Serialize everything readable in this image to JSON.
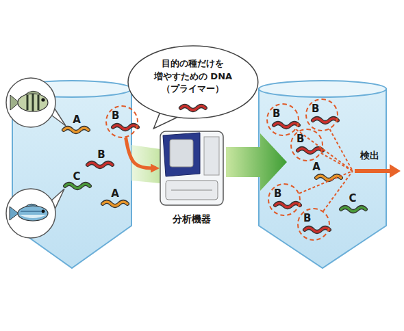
{
  "diagram": {
    "nodes": [
      {
        "text": [
          "B"
        ]
      },
      {
        "text": [
          "目的の種だけを 増やすための DNA （プライマー）"
        ]
      },
      {
        "text": [
          "分析機器"
        ]
      },
      {
        "text": [
          "B"
        ]
      },
      {
        "text": [
          "B"
        ]
      },
      {
        "text": [
          "B"
        ]
      },
      {
        "text": [
          "B"
        ]
      },
      {
        "text": [
          "B"
        ]
      }
    ],
    "edges": [
      {
        "from": 0,
        "to": 2,
        "arrow": "to"
      }
    ],
    "labels": [
      "A",
      "B",
      "C",
      "A",
      "A",
      "C",
      "検出"
    ]
  }
}
